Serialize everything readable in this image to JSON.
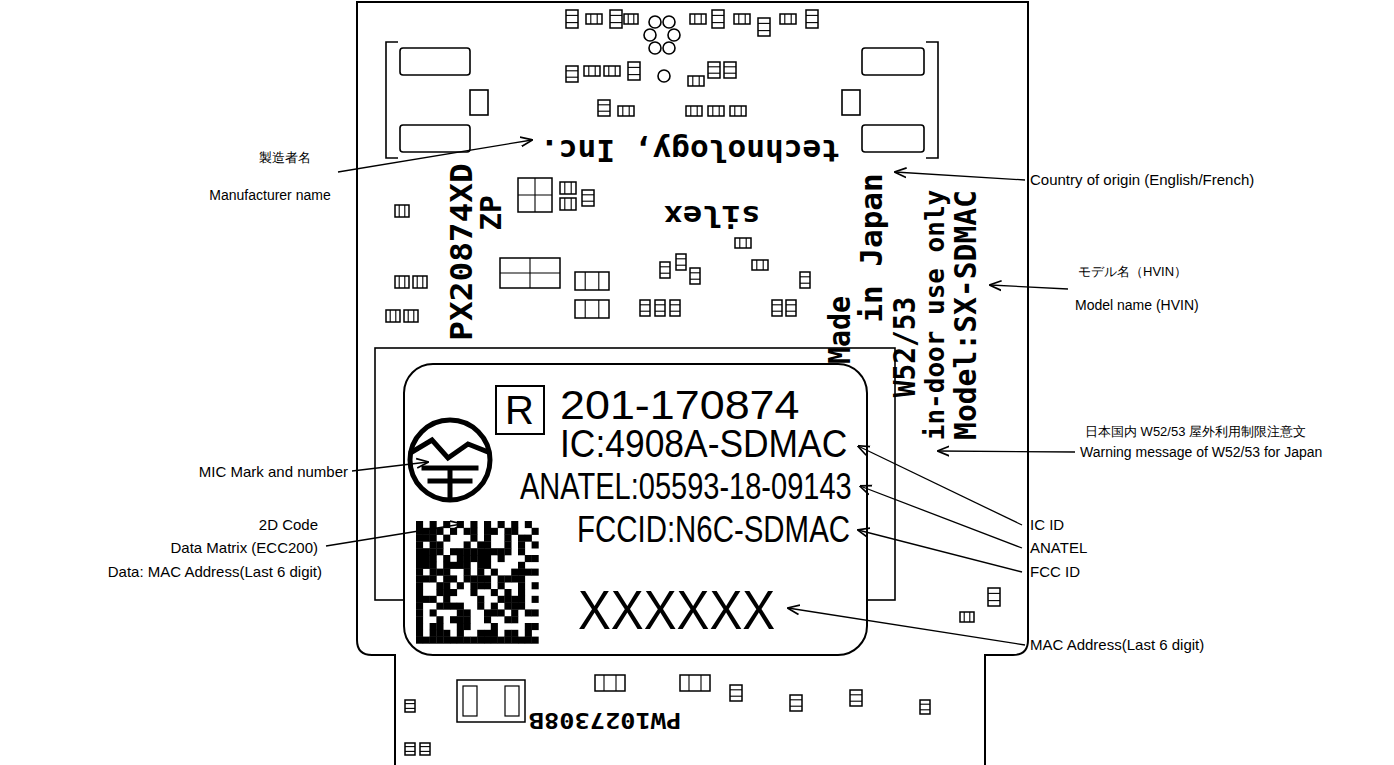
{
  "diagram": {
    "nodes": [
      {
        "text": [
          "technology, Inc.",
          "silex",
          "PX20874XD",
          "ZP",
          "Made",
          "in Japan",
          "W52/53",
          "in-door use only",
          "Model:SX-SDMAC",
          "PW1027308B"
        ]
      },
      {
        "text": [
          "201-170874",
          "IC:4908A-SDMAC",
          "ANATEL:05593-18-09143",
          "FCCID:N6C-SDMAC",
          "XXXXXX"
        ],
        "in": 0
      },
      {
        "text": [
          "R"
        ],
        "in": 1
      }
    ],
    "labels": [
      "製造者名",
      "Manufacturer name",
      "Country of origin (English/French)",
      "モデル名（HVIN）",
      "Model name (HVIN)",
      "日本国内 W52/53 屋外利用制限注意文",
      "Warning message of W52/53 for Japan",
      "MIC Mark and number",
      "IC ID",
      "ANATEL",
      "FCC ID",
      "2D Code",
      "Data Matrix (ECC200)",
      "Data: MAC Address(Last 6 digit)",
      "MAC Address(Last 6 digit)"
    ]
  }
}
